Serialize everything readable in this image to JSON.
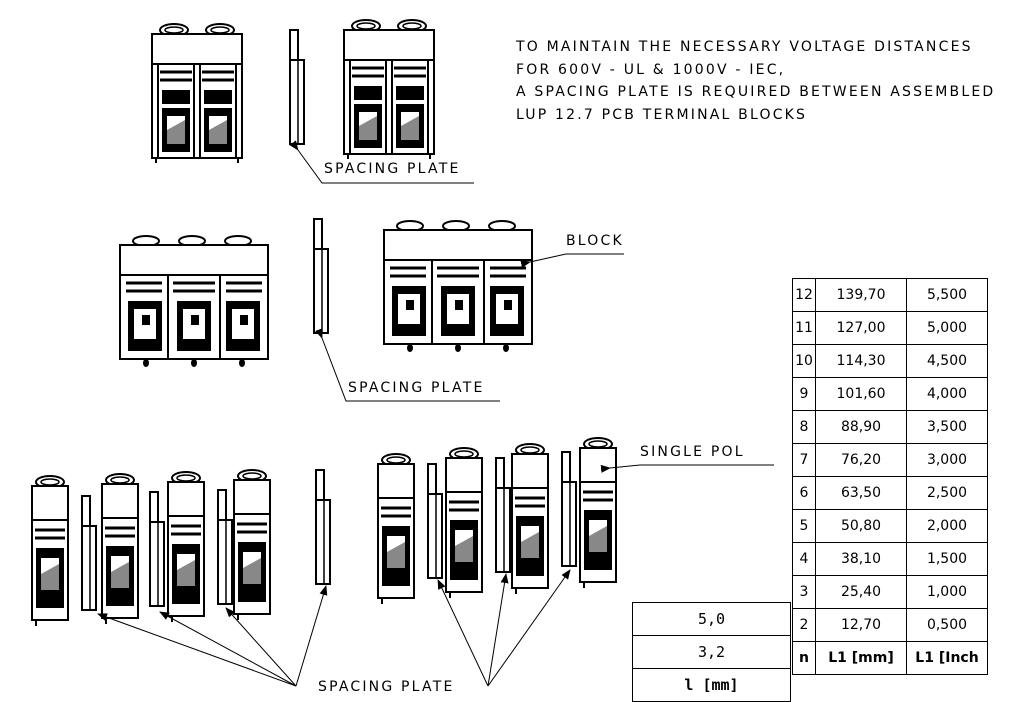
{
  "note": {
    "lines": [
      "TO MAINTAIN THE NECESSARY VOLTAGE DISTANCES",
      "FOR 600V - UL & 1000V - IEC,",
      "A SPACING PLATE IS REQUIRED BETWEEN ASSEMBLED",
      "LUP 12.7 PCB TERMINAL BLOCKS"
    ]
  },
  "labels": {
    "spacing_plate_1": "SPACING PLATE",
    "spacing_plate_2": "SPACING PLATE",
    "spacing_plate_3": "SPACING PLATE",
    "block": "BLOCK",
    "single_pol": "SINGLE POL"
  },
  "table": {
    "headers": {
      "n": "n",
      "mm": "L1 [mm]",
      "inch": "L1 [Inch"
    },
    "rows": [
      {
        "n": "12",
        "mm": "139,70",
        "inch": "5,500"
      },
      {
        "n": "11",
        "mm": "127,00",
        "inch": "5,000"
      },
      {
        "n": "10",
        "mm": "114,30",
        "inch": "4,500"
      },
      {
        "n": "9",
        "mm": "101,60",
        "inch": "4,000"
      },
      {
        "n": "8",
        "mm": "88,90",
        "inch": "3,500"
      },
      {
        "n": "7",
        "mm": "76,20",
        "inch": "3,000"
      },
      {
        "n": "6",
        "mm": "63,50",
        "inch": "2,500"
      },
      {
        "n": "5",
        "mm": "50,80",
        "inch": "2,000"
      },
      {
        "n": "4",
        "mm": "38,10",
        "inch": "1,500"
      },
      {
        "n": "3",
        "mm": "25,40",
        "inch": "1,000"
      },
      {
        "n": "2",
        "mm": "12,70",
        "inch": "0,500"
      }
    ]
  },
  "left_table": {
    "values": [
      "5,0",
      "3,2"
    ],
    "header": "l [mm]"
  }
}
